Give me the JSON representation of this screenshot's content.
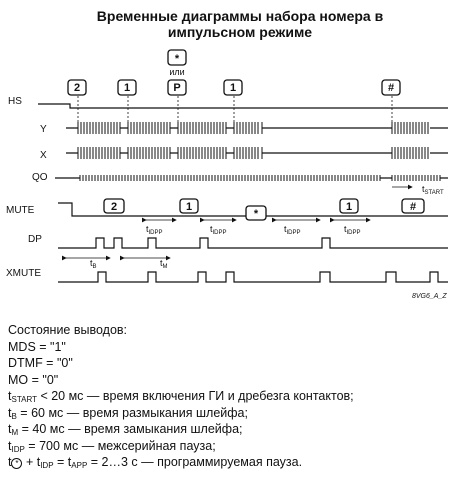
{
  "title": {
    "line1": "Временные диаграммы набора номера в",
    "line2": "импульсном режиме"
  },
  "signals": [
    "HS",
    "Y",
    "X",
    "QO",
    "MUTE",
    "DP",
    "XMUTE"
  ],
  "keys": {
    "k2": "2",
    "k1a": "1",
    "kstar_top": "*",
    "ili": "или",
    "kP": "P",
    "k1b": "1",
    "khash": "#",
    "mute2": "2",
    "mute1a": "1",
    "mutestar": "*",
    "mute1b": "1",
    "mutehash": "#"
  },
  "timing": {
    "tidpp": "t",
    "tidpp_sub": "IDPP",
    "tstart": "t",
    "tstart_sub": "START",
    "tb": "t",
    "tb_sub": "B",
    "tm": "t",
    "tm_sub": "M"
  },
  "ref_code": "8VG6_A_Z",
  "legend": {
    "header": "Состояние выводов:",
    "mds": "MDS = \"1\"",
    "dtmf": "DTMF = \"0\"",
    "mo": "MO = \"0\"",
    "l1_t": "t",
    "l1_sub": "START",
    "l1_rest": " <  20 мс — время включения ГИ и дребезга контактов;",
    "l2_t": "t",
    "l2_sub": "B",
    "l2_rest": " = 60 мс — время размыкания шлейфа;",
    "l3_t": "t",
    "l3_sub": "M",
    "l3_rest": " = 40 мс — время замыкания шлейфа;",
    "l4_t": "t",
    "l4_sub": "IDP",
    "l4_rest": " = 700 мс — межсерийная пауза;",
    "l5_t": "t",
    "l5_star": "*",
    "l5_mid": " + t",
    "l5_sub": "IDP",
    "l5_eq": " = t",
    "l5_sub2": "APP",
    "l5_rest": " = 2…3 с — программируемая пауза."
  }
}
